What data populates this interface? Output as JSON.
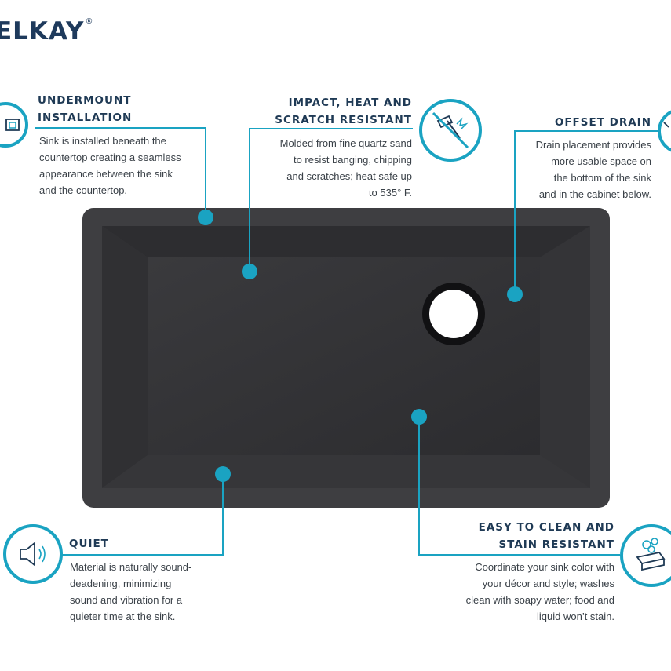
{
  "brand": {
    "logo_text": "ELKAY",
    "mark": "®"
  },
  "colors": {
    "accent": "#1aa3c2",
    "sink_outer": "#3d3d40",
    "sink_inner": "#2f2f32",
    "title": "#1f3a55"
  },
  "features": {
    "undermount": {
      "title_line1": "UNDERMOUNT",
      "title_line2": "INSTALLATION",
      "desc_lines": [
        "Sink is installed beneath the",
        "countertop creating a seamless",
        "appearance between the sink",
        "and the countertop."
      ],
      "icon": "undermount-sink-icon"
    },
    "impact": {
      "title_line1": "IMPACT, HEAT AND",
      "title_line2": "SCRATCH RESISTANT",
      "desc_lines": [
        "Molded from fine quartz sand",
        "to resist banging, chipping",
        "and scratches; heat safe up",
        "to 535° F."
      ],
      "icon": "no-hammer-icon"
    },
    "offset": {
      "title_line1": "OFFSET DRAIN",
      "desc_lines": [
        "Drain placement provides",
        "more usable space on",
        "the bottom of the sink",
        "and in the cabinet below."
      ],
      "icon": "drain-icon"
    },
    "quiet": {
      "title_line1": "QUIET",
      "desc_lines": [
        "Material is naturally sound-",
        "deadening, minimizing",
        "sound and vibration for a",
        "quieter time at the sink."
      ],
      "icon": "speaker-icon"
    },
    "easyclean": {
      "title_line1": "EASY TO CLEAN AND",
      "title_line2": "STAIN RESISTANT",
      "desc_lines": [
        "Coordinate your sink color with",
        "your décor and style; washes",
        "clean with soapy water; food and",
        "liquid won’t stain."
      ],
      "icon": "soap-sponge-icon"
    }
  }
}
